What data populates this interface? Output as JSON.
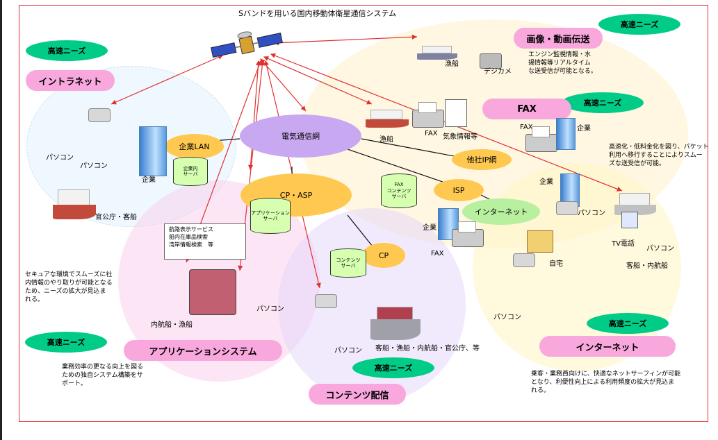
{
  "title": "Sバンドを用いる国内移動体衛星通信システム",
  "needs_label": "高速ニーズ",
  "sections": {
    "intranet": {
      "label": "イントラネット",
      "desc": "セキュアな環境でスムーズに社\n内情報のやり取りが可能となる\nため、ニーズの拡大が見込ま\nれる。"
    },
    "image_video": {
      "label": "画像・動画伝送",
      "desc": "エンジン監視情報・水\n揚情報等リアルタイム\nな送受信が可能となる。"
    },
    "fax": {
      "label": "FAX",
      "desc": "高速化・低料金化を図り、パケット\n利用へ移行することによりスムー\nズな送受信が可能。"
    },
    "application": {
      "label": "アプリケーションシステム",
      "desc": "業務効率の更なる向上を図る\nための独自システム構築をサ\nポート。"
    },
    "internet": {
      "label": "インターネット",
      "desc": "乗客・業務員向けに、快適なネットサーフィンが可能\nとなり、利便性向上による利用頻度の拡大が見込ま\nれる。"
    },
    "contents": {
      "label": "コンテンツ配信"
    }
  },
  "networks": {
    "telecom": "電気通信網",
    "corp_lan": "企業LAN",
    "cp_asp": "CP・ASP",
    "other_ip": "他社IP網",
    "isp": "ISP",
    "internet": "インターネット",
    "cp": "CP"
  },
  "servers": {
    "corp": "企業内\nサーバ",
    "fax": "FAX\nコンテンツ\nサーバ",
    "app": "アプリケーション\nサーバ",
    "contents": "コンテンツ\nサーバ"
  },
  "callout": "航路表示サービス\n船内在庫品検索\n湾岸情報検索　等",
  "labels": {
    "pc": "パソコン",
    "company": "企業",
    "govt_passenger": "官公庁・客船",
    "fishing_boat": "漁船",
    "digicam": "デジカメ",
    "fax": "FAX",
    "weather": "気象情報等",
    "home": "自宅",
    "tv_phone": "TV電話",
    "passenger_coastal": "客船・内航船",
    "coastal_fishing": "内航船・漁船",
    "ships_all": "客船・漁船・内航船・官公庁、等"
  },
  "colors": {
    "needs": "#00cc88",
    "pink_label": "#f9a8de",
    "telecom": "#c8a8f0",
    "network": "#ffc850",
    "internet": "#b8f0a0",
    "arrow": "#e03030"
  }
}
